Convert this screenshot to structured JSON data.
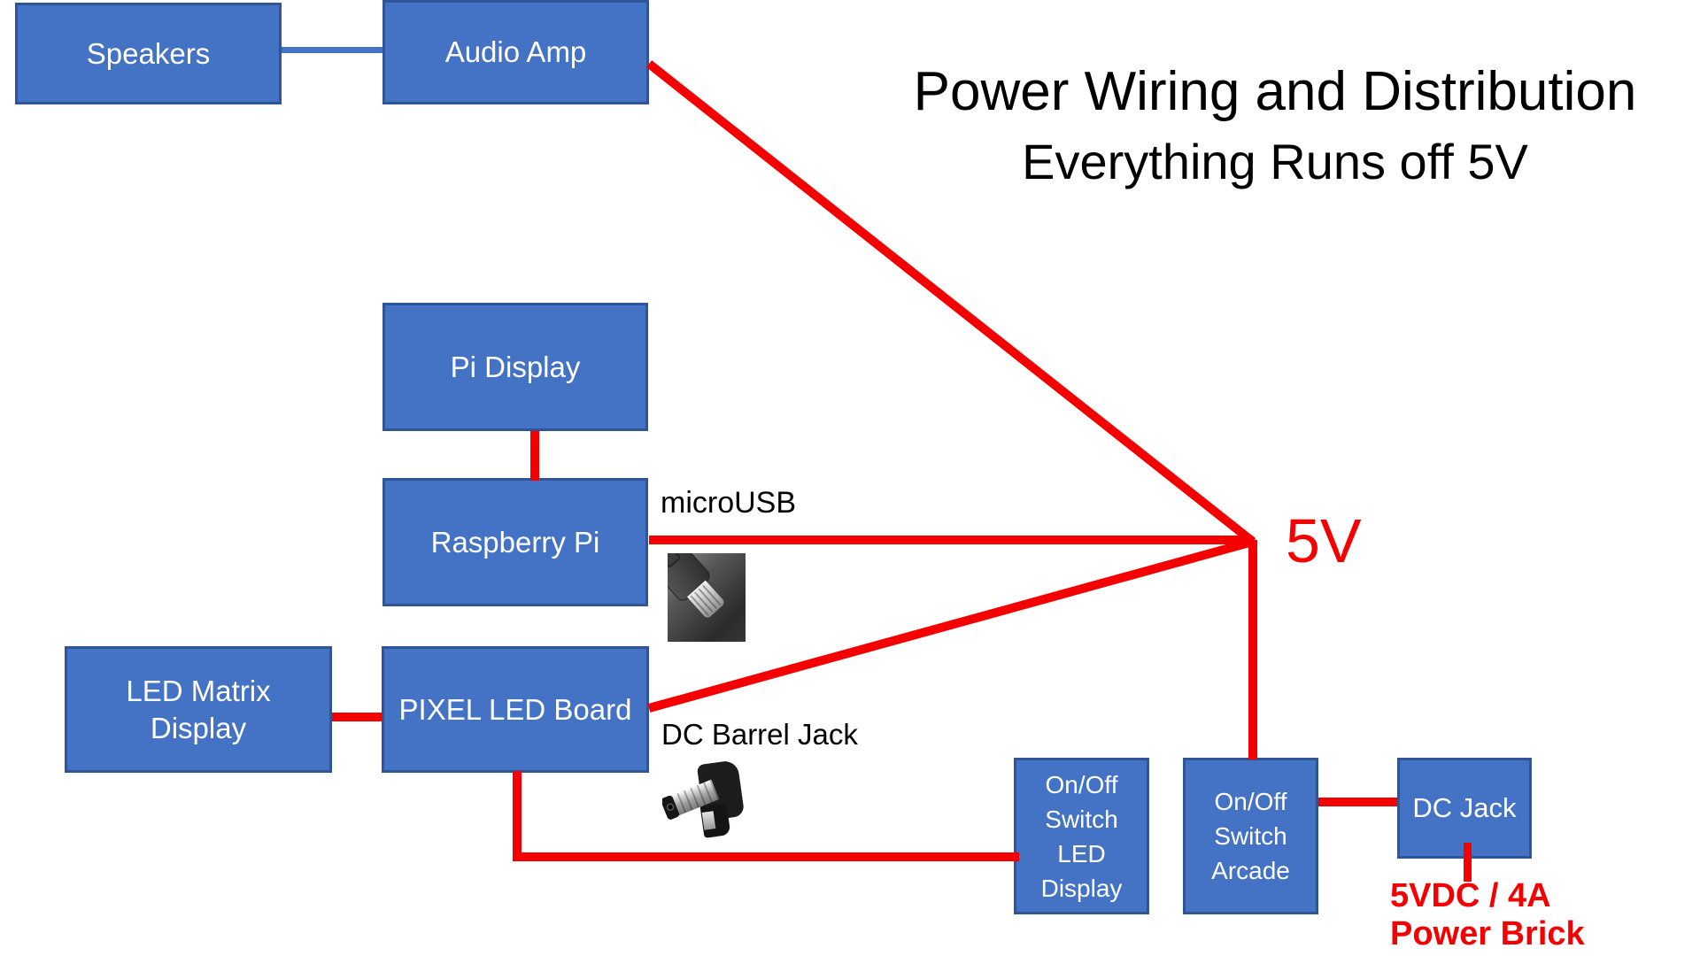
{
  "title": {
    "main": "Power Wiring and Distribution",
    "subtitle": "Everything Runs off 5V"
  },
  "boxes": {
    "speakers": {
      "label": "Speakers"
    },
    "audio_amp": {
      "label": "Audio Amp"
    },
    "pi_display": {
      "label": "Pi Display"
    },
    "raspberry_pi": {
      "label": "Raspberry Pi"
    },
    "led_matrix": {
      "lines": [
        "LED Matrix",
        "Display"
      ]
    },
    "pixel_led": {
      "label": "PIXEL LED Board"
    },
    "switch_led": {
      "lines": [
        "On/Off",
        "Switch",
        "LED",
        "Display"
      ]
    },
    "switch_arcade": {
      "lines": [
        "On/Off",
        "Switch",
        "Arcade"
      ]
    },
    "dc_jack": {
      "label": "DC Jack"
    }
  },
  "annotations": {
    "microusb": "microUSB",
    "dc_barrel_jack": "DC Barrel Jack",
    "node_5v": "5V",
    "power_brick_line1": "5VDC / 4A",
    "power_brick_line2": "Power Brick"
  },
  "colors": {
    "box_fill": "#4472C4",
    "box_border": "#2F5597",
    "box_text": "#FFFFFF",
    "wire_red": "#F40000",
    "wire_blue": "#4472C4",
    "title_text": "#000000",
    "red_text": "#F40000"
  }
}
